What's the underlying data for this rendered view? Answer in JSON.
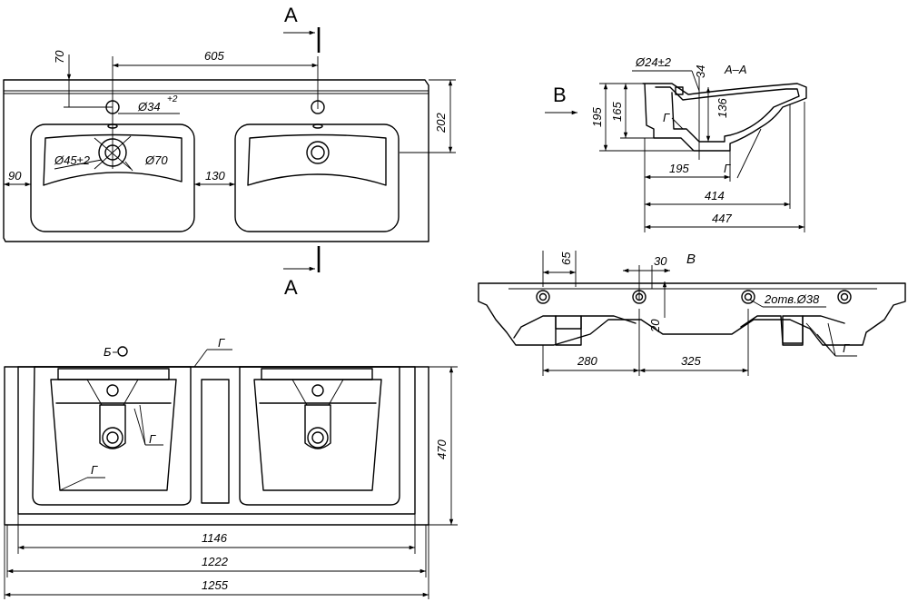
{
  "section_marks": {
    "top": "А",
    "bottom": "А",
    "view_arrow": "В",
    "view_label": "В",
    "section_title": "А–А"
  },
  "top_view": {
    "dim_70": "70",
    "dim_605": "605",
    "dim_202": "202",
    "dim_90": "90",
    "dim_130": "130",
    "hole_tap": "Ø34",
    "hole_tap_tol": "+2",
    "hole_drain": "Ø45±2",
    "hole_drain_outer": "Ø70"
  },
  "section_view": {
    "dim_overflow": "Ø24±2",
    "dim_34": "34",
    "dim_195_v": "195",
    "dim_165": "165",
    "dim_136": "136",
    "dim_195_h": "195",
    "dim_414": "414",
    "dim_447": "447",
    "label_g1": "Г",
    "label_g2": "Г"
  },
  "side_view": {
    "dim_65": "65",
    "dim_30": "30",
    "dim_20": "20",
    "holes_note": "2отв.Ø38",
    "dim_280": "280",
    "dim_325": "325",
    "label_g": "Г"
  },
  "plan_view": {
    "label_b": "Б",
    "label_g_top": "Г",
    "label_g_right": "Г",
    "label_g_left": "Г",
    "dim_470": "470",
    "dim_1146": "1146",
    "dim_1222": "1222",
    "dim_1255": "1255"
  }
}
